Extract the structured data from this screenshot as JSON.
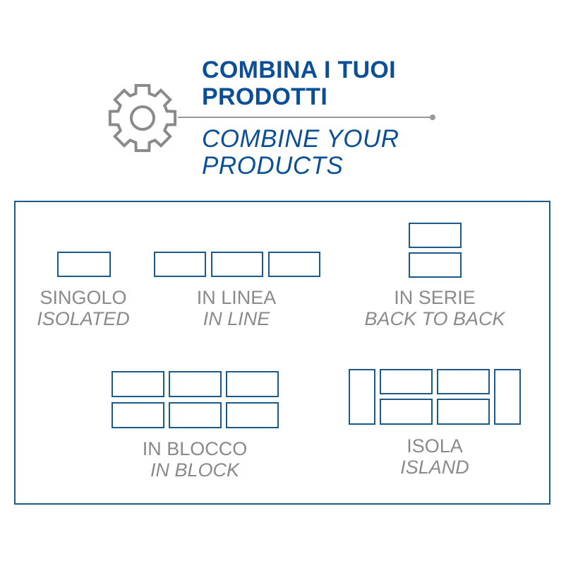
{
  "header": {
    "title_it_line1": "COMBINA I TUOI",
    "title_it_line2": "PRODOTTI",
    "title_en_line1": "COMBINE YOUR",
    "title_en_line2": "PRODUCTS",
    "icon": "gear-icon"
  },
  "colors": {
    "accent": "#0b4f97",
    "box": "#1d5a8c",
    "label": "#8a8a8a"
  },
  "configurations": [
    {
      "it": "SINGOLO",
      "en": "ISOLATED"
    },
    {
      "it": "IN LINEA",
      "en": "IN LINE"
    },
    {
      "it": "IN SERIE",
      "en": "BACK TO BACK"
    },
    {
      "it": "IN BLOCCO",
      "en": "IN BLOCK"
    },
    {
      "it": "ISOLA",
      "en": "ISLAND"
    }
  ]
}
